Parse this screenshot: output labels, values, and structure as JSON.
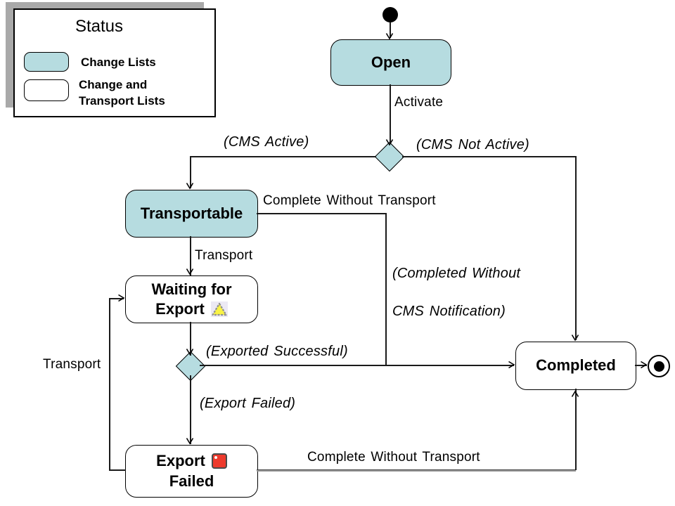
{
  "legend": {
    "title": "Status",
    "items": [
      {
        "label": "Change Lists",
        "swatch": "teal"
      },
      {
        "label_line1": "Change and",
        "label_line2": "Transport Lists",
        "swatch": "white"
      }
    ]
  },
  "states": {
    "open": {
      "label": "Open"
    },
    "transportable": {
      "label": "Transportable"
    },
    "waiting_for_export": {
      "label_line1": "Waiting for",
      "label_line2": "Export",
      "icon": "warning-icon"
    },
    "export_failed": {
      "label_line1": "Export",
      "label_line2": "Failed",
      "icon": "error-icon"
    },
    "completed": {
      "label": "Completed"
    }
  },
  "transitions": {
    "activate": "Activate",
    "cms_active": "(CMS Active)",
    "cms_not_active": "(CMS Not Active)",
    "complete_without_transport_top": "Complete Without Transport",
    "transport_from_transportable": "Transport",
    "exported_successful": "(Exported Successful)",
    "export_failed_guard": "(Export Failed)",
    "completed_without_cms_line1": "(Completed Without",
    "completed_without_cms_line2": "CMS Notification)",
    "transport_retry": "Transport",
    "complete_without_transport_bottom": "Complete Without Transport"
  },
  "colors": {
    "teal": "#b6dce0",
    "white": "#ffffff",
    "warning_yellow": "#f9f344",
    "error_red": "#ee3a2c",
    "line": "#1a1a1a"
  }
}
